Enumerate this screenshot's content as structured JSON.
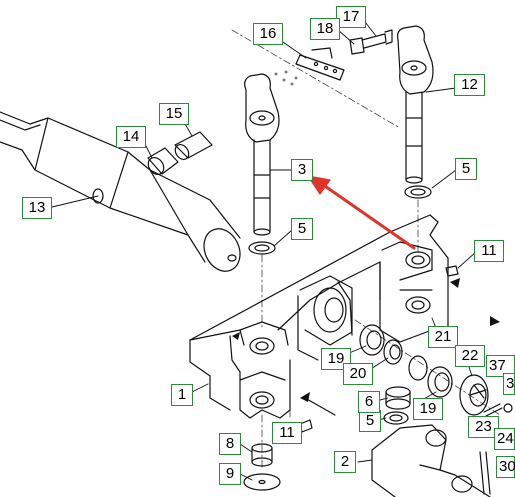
{
  "diagram": {
    "highlight_color": "#e0342a",
    "label_border_color": "#2e8b3c",
    "part_labels": {
      "p1": "1",
      "p2": "2",
      "p3": "3",
      "p5a": "5",
      "p5b": "5",
      "p5c": "5",
      "p6": "6",
      "p8": "8",
      "p9": "9",
      "p11a": "11",
      "p11b": "11",
      "p12": "12",
      "p13": "13",
      "p14": "14",
      "p15": "15",
      "p16": "16",
      "p17": "17",
      "p18": "18",
      "p19a": "19",
      "p19b": "19",
      "p20": "20",
      "p21": "21",
      "p22": "22",
      "p23": "23",
      "p24": "24",
      "p30": "30",
      "p37": "37",
      "p3r": "3"
    }
  }
}
